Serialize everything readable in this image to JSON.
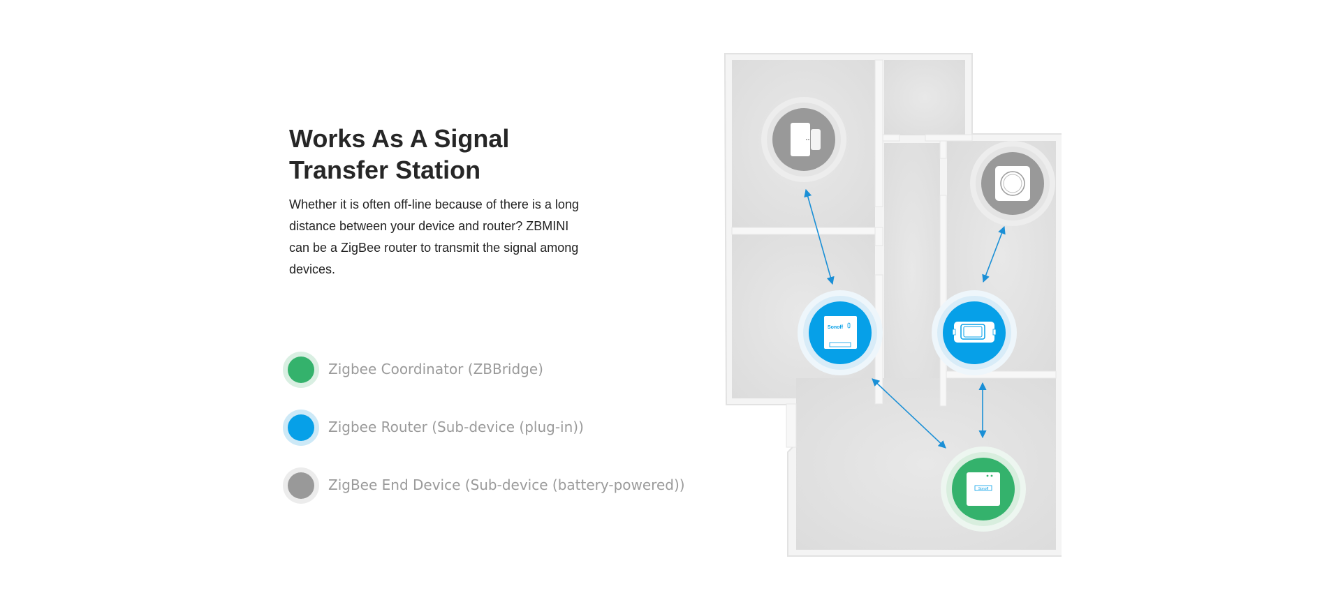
{
  "headline": {
    "line1": "Works As A Signal",
    "line2": "Transfer Station"
  },
  "description": "Whether it is often off-line because of there is a long distance between your device and router? ZBMINI can be a ZigBee router to transmit the signal among devices.",
  "legend": [
    {
      "label": "Zigbee Coordinator (ZBBridge)",
      "color": "#34b26c",
      "halo": "#d9efe2",
      "icon": "coordinator-dot"
    },
    {
      "label": "Zigbee Router (Sub-device (plug-in))",
      "color": "#06a0e8",
      "halo": "#cde9f7",
      "icon": "router-dot"
    },
    {
      "label": "ZigBee End Device (Sub-device (battery-powered))",
      "color": "#999999",
      "halo": "#ececec",
      "icon": "end-device-dot"
    }
  ],
  "floor_plan": {
    "arrow_color": "#1a8fd6",
    "wall_color": "#f3f3f3",
    "floor_color": "#e4e4e4",
    "devices": [
      {
        "role": "end-device",
        "icon": "door-sensor-icon"
      },
      {
        "role": "end-device",
        "icon": "motion-sensor-icon"
      },
      {
        "role": "router",
        "icon": "zbmini-switch-icon",
        "brand": "Sonoff"
      },
      {
        "role": "router",
        "icon": "smart-plug-module-icon"
      },
      {
        "role": "coordinator",
        "icon": "zbbridge-hub-icon",
        "brand": "Sonoff"
      }
    ]
  }
}
